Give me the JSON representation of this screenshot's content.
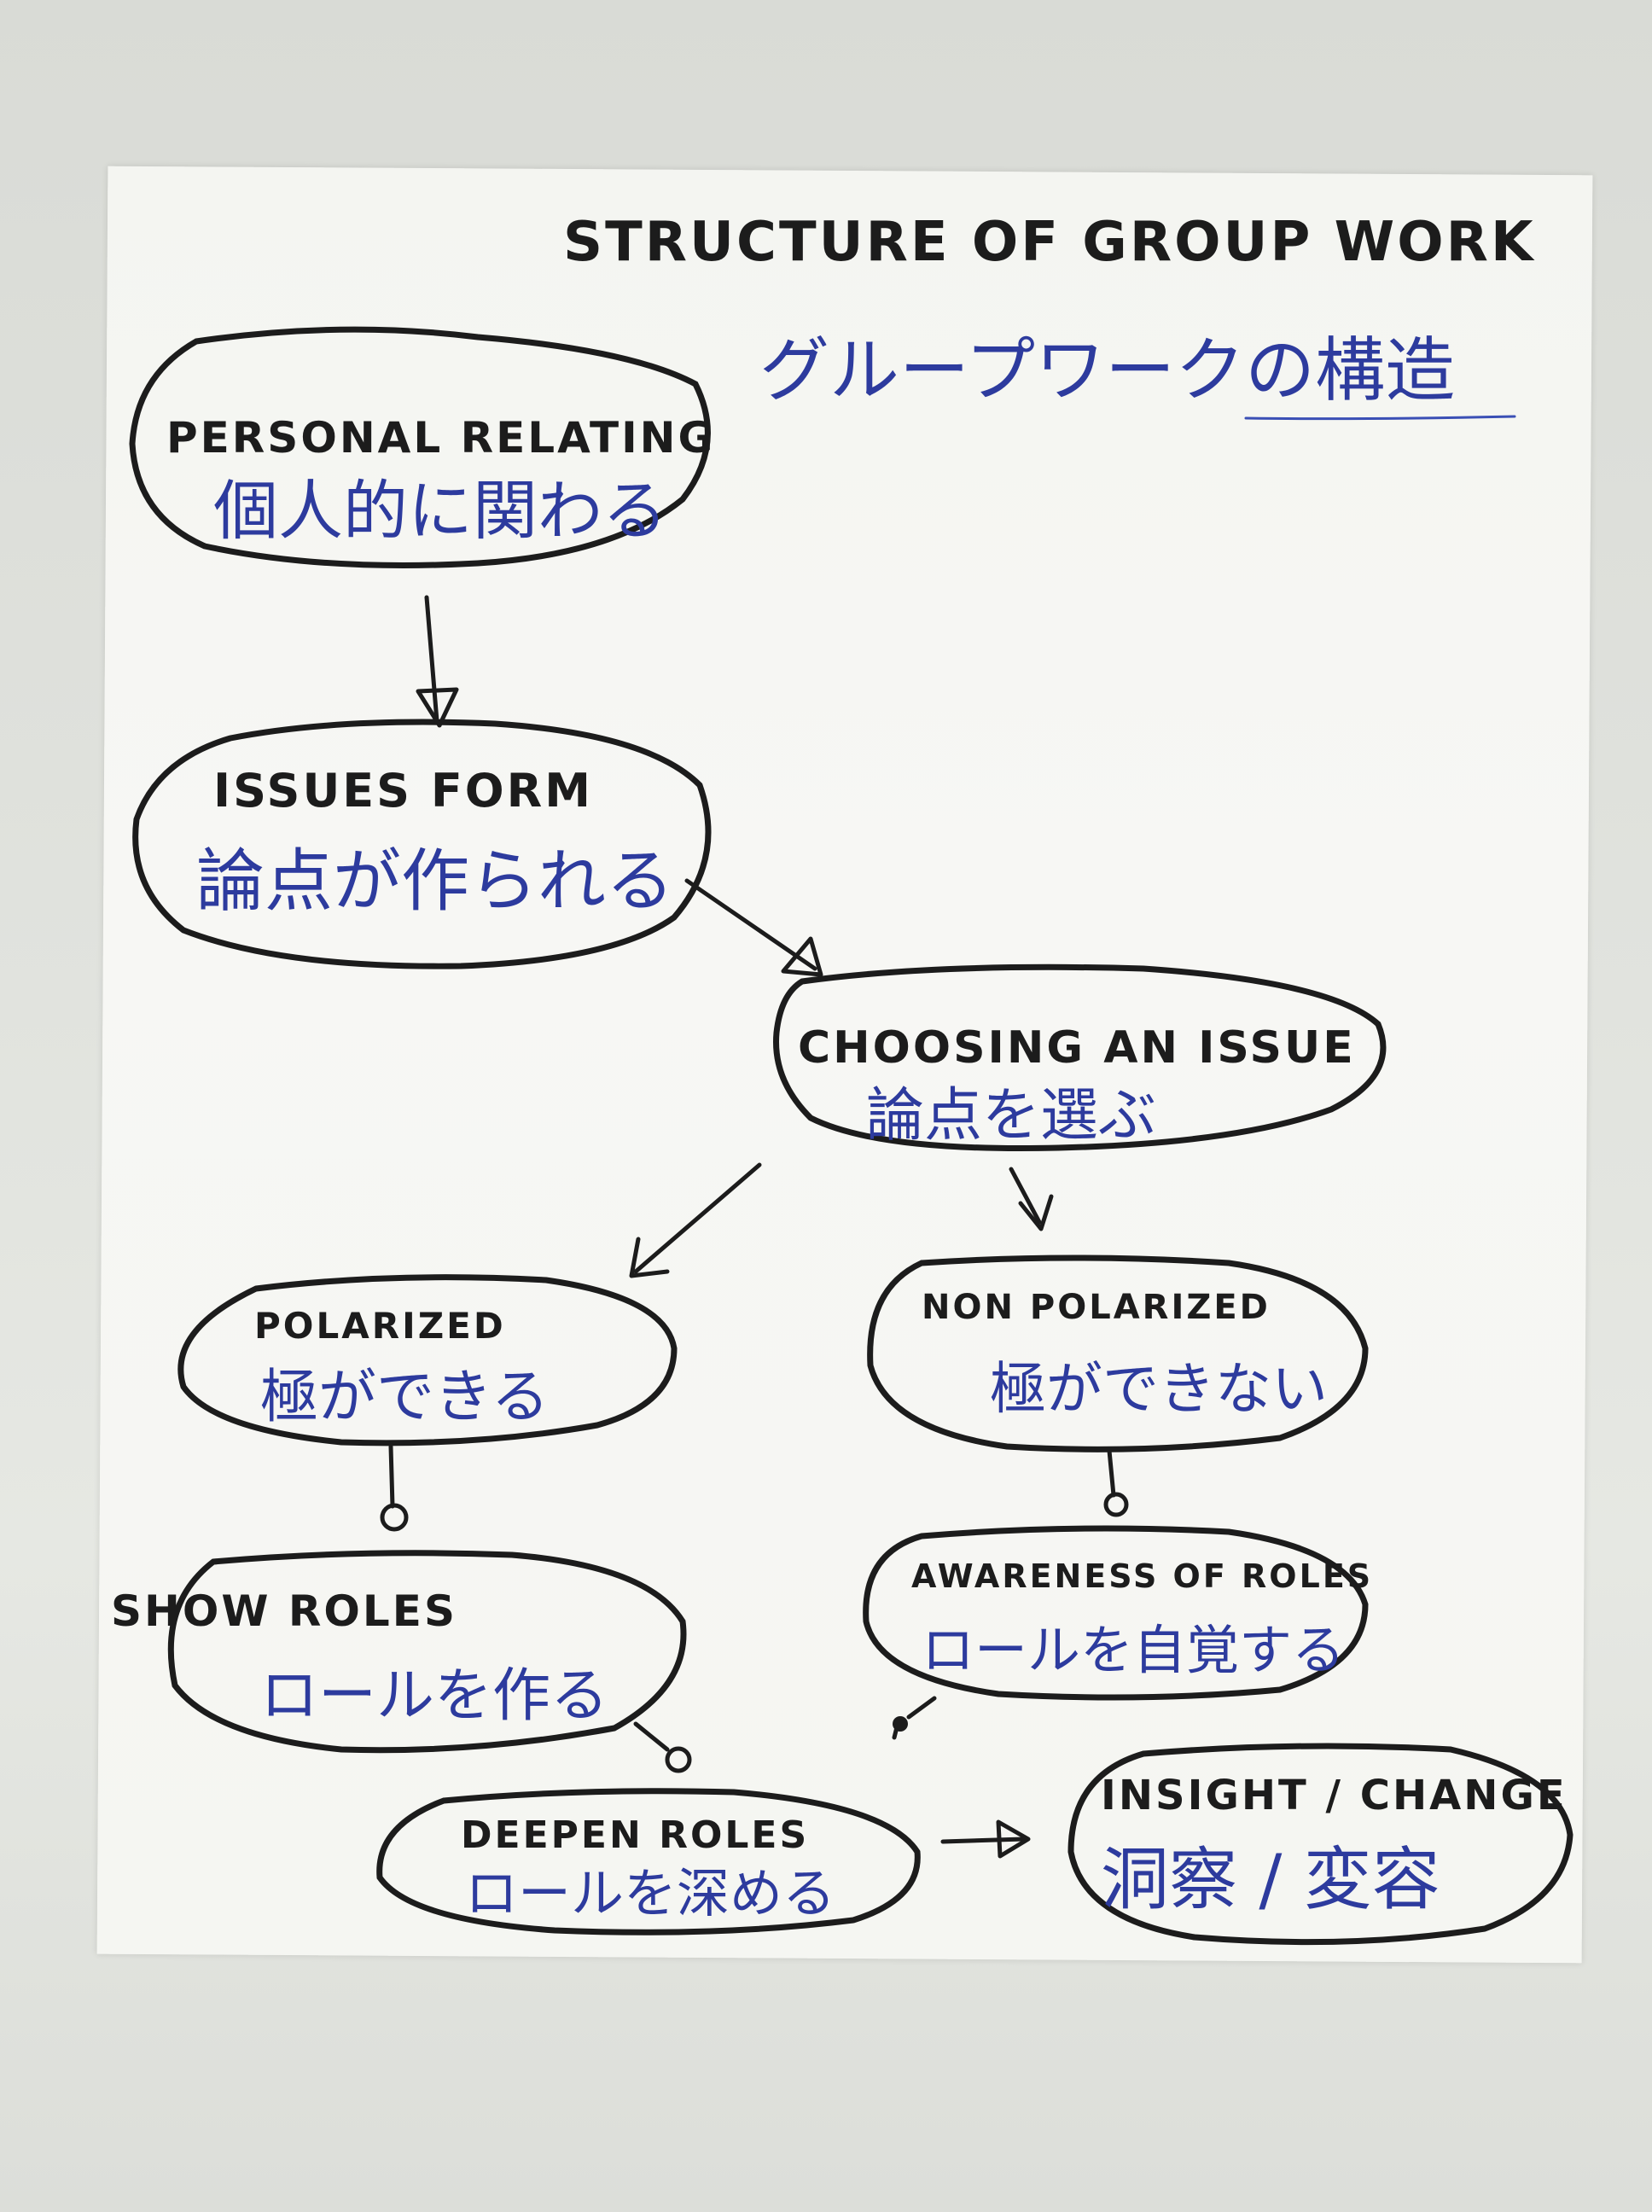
{
  "title_en": "STRUCTURE OF GROUP WORK",
  "title_ja": "グループワークの構造",
  "nodes": [
    {
      "id": "personal-relating",
      "label_en": "PERSONAL RELATING",
      "label_ja": "個人的に関わる"
    },
    {
      "id": "issues-form",
      "label_en": "ISSUES FORM",
      "label_ja": "論点が作られる"
    },
    {
      "id": "choosing-an-issue",
      "label_en": "CHOOSING AN ISSUE",
      "label_ja": "論点を選ぶ"
    },
    {
      "id": "polarized",
      "label_en": "POLARIZED",
      "label_ja": "極ができる"
    },
    {
      "id": "non-polarized",
      "label_en": "NON POLARIZED",
      "label_ja": "極ができない"
    },
    {
      "id": "show-roles",
      "label_en": "SHOW ROLES",
      "label_ja": "ロールを作る"
    },
    {
      "id": "awareness-of-roles",
      "label_en": "AWARENESS OF ROLES",
      "label_ja": "ロールを自覚する"
    },
    {
      "id": "deepen-roles",
      "label_en": "DEEPEN ROLES",
      "label_ja": "ロールを深める"
    },
    {
      "id": "insight-change",
      "label_en": "INSIGHT / CHANGE",
      "label_ja": "洞察 / 変容"
    }
  ],
  "edges": [
    {
      "from": "personal-relating",
      "to": "issues-form"
    },
    {
      "from": "issues-form",
      "to": "choosing-an-issue"
    },
    {
      "from": "choosing-an-issue",
      "to": "polarized"
    },
    {
      "from": "choosing-an-issue",
      "to": "non-polarized"
    },
    {
      "from": "polarized",
      "to": "show-roles"
    },
    {
      "from": "non-polarized",
      "to": "awareness-of-roles"
    },
    {
      "from": "show-roles",
      "to": "deepen-roles"
    },
    {
      "from": "awareness-of-roles",
      "to": "deepen-roles"
    },
    {
      "from": "deepen-roles",
      "to": "insight-change"
    }
  ]
}
